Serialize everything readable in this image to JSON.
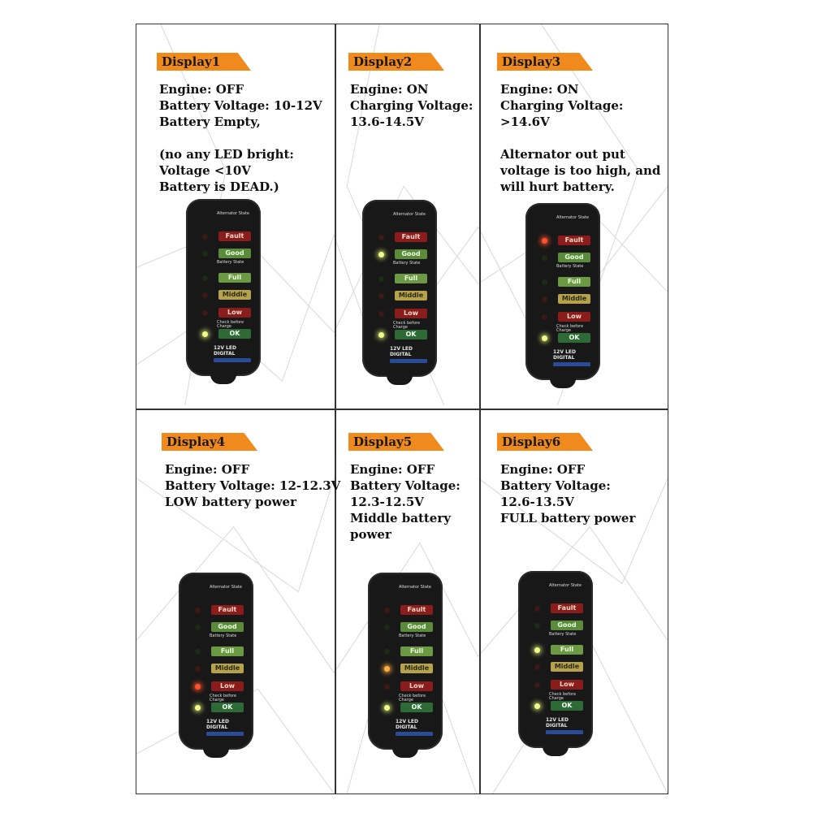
{
  "panels": [
    {
      "tag": "Display1",
      "lines": [
        "Engine: OFF",
        "Battery Voltage: 10-12V",
        "Battery Empty,",
        "",
        "(no any LED bright:",
        "Voltage <10V",
        "Battery is DEAD.)"
      ],
      "leds": [
        "off",
        "off",
        "off",
        "off",
        "off",
        "yellow"
      ]
    },
    {
      "tag": "Display2",
      "lines": [
        "Engine: ON",
        "Charging Voltage:",
        "13.6-14.5V"
      ],
      "leds": [
        "off",
        "yellow",
        "off",
        "off",
        "off",
        "yellow"
      ]
    },
    {
      "tag": "Display3",
      "lines": [
        "Engine: ON",
        "Charging Voltage:",
        ">14.6V",
        "",
        "Alternator out put",
        "voltage is too high, and",
        "will hurt battery."
      ],
      "leds": [
        "red",
        "off",
        "off",
        "off",
        "off",
        "yellow"
      ]
    },
    {
      "tag": "Display4",
      "lines": [
        "Engine: OFF",
        "Battery Voltage: 12-12.3V",
        "LOW battery power"
      ],
      "leds": [
        "off",
        "off",
        "off",
        "off",
        "red",
        "yellow"
      ]
    },
    {
      "tag": "Display5",
      "lines": [
        "Engine: OFF",
        "Battery Voltage:",
        "12.3-12.5V",
        "Middle battery",
        "power"
      ],
      "leds": [
        "off",
        "off",
        "off",
        "orange",
        "off",
        "yellow"
      ]
    },
    {
      "tag": "Display6",
      "lines": [
        "Engine: OFF",
        "Battery Voltage:",
        "12.6-13.5V",
        "FULL battery power"
      ],
      "leds": [
        "off",
        "off",
        "yellow",
        "off",
        "off",
        "yellow"
      ]
    }
  ],
  "device": {
    "alternator_label": "Alternator State",
    "battery_label": "Battery State",
    "check_label": "Check before Charge",
    "fault": "Fault",
    "good": "Good",
    "full": "Full",
    "middle": "Middle",
    "low": "Low",
    "ok": "OK",
    "brand_line1": "12V LED",
    "brand_line2": "DIGITAL"
  },
  "colors": {
    "tag": "#f08a1c",
    "border": "#333333"
  }
}
